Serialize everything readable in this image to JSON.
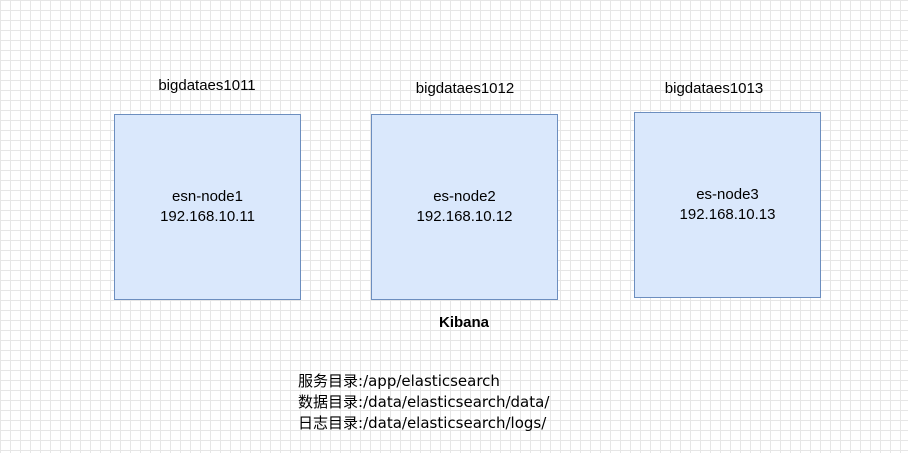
{
  "nodes": [
    {
      "host": "bigdataes1011",
      "name": "esn-node1",
      "ip": "192.168.10.11"
    },
    {
      "host": "bigdataes1012",
      "name": "es-node2",
      "ip": "192.168.10.12"
    },
    {
      "host": "bigdataes1013",
      "name": "es-node3",
      "ip": "192.168.10.13"
    }
  ],
  "kibana_label": "Kibana",
  "directories": [
    {
      "label": "服务目录:",
      "path": "/app/elasticsearch"
    },
    {
      "label": "数据目录:",
      "path": "/data/elasticsearch/data/"
    },
    {
      "label": "日志目录:",
      "path": "/data/elasticsearch/logs/"
    }
  ],
  "colors": {
    "node_fill": "#dae8fc",
    "node_border": "#6c8ebf",
    "grid": "#e6e6e6"
  }
}
